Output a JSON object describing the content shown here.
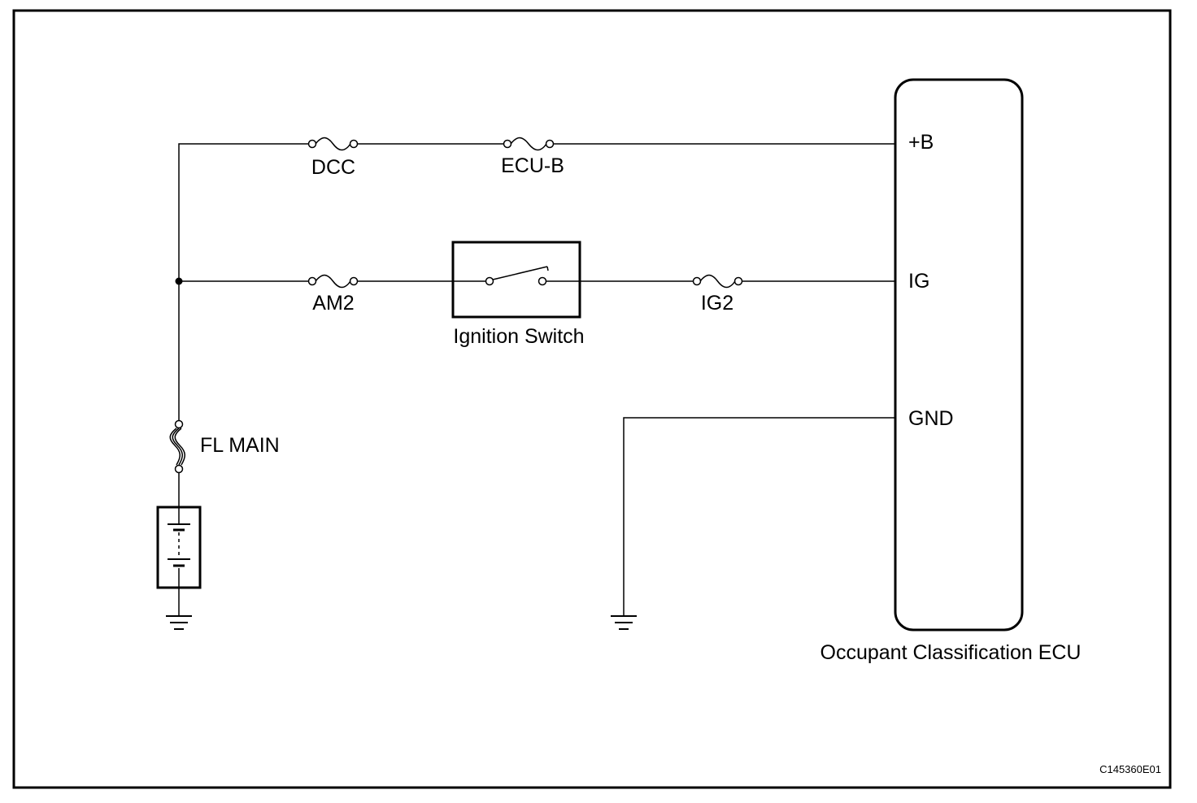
{
  "diagram": {
    "fuses": {
      "dcc": "DCC",
      "ecu_b": "ECU-B",
      "am2": "AM2",
      "ig2": "IG2",
      "fl_main": "FL MAIN"
    },
    "ignition_switch": "Ignition Switch",
    "ecu": {
      "name": "Occupant Classification ECU",
      "pins": {
        "b": "+B",
        "ig": "IG",
        "gnd": "GND"
      }
    },
    "code": "C145360E01"
  }
}
